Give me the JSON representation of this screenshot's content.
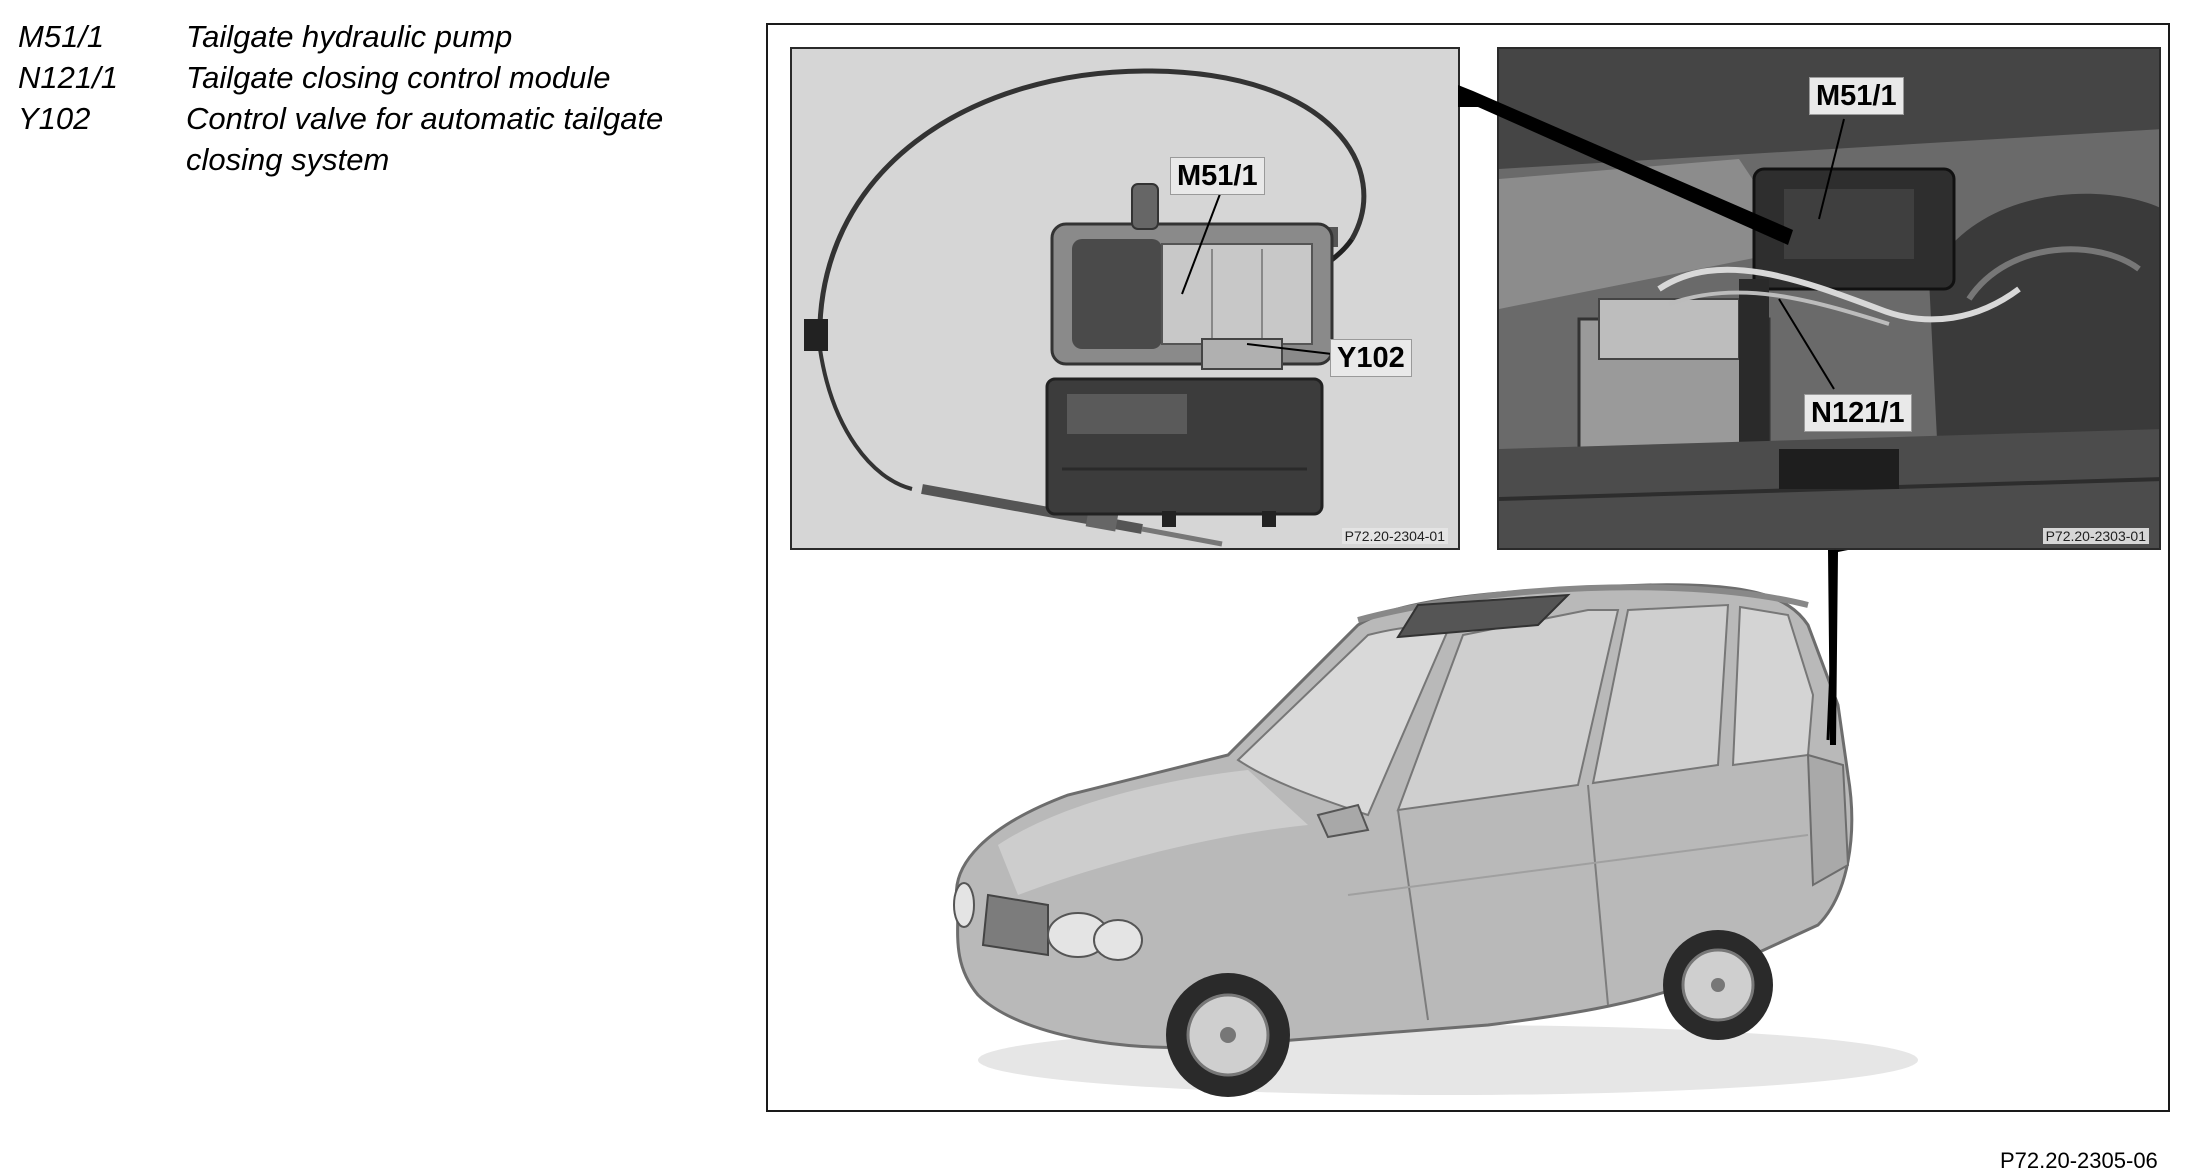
{
  "legend": [
    {
      "code": "M51/1",
      "description": "Tailgate hydraulic pump"
    },
    {
      "code": "N121/1",
      "description": "Tailgate closing control module"
    },
    {
      "code": "Y102",
      "description": "Control valve for automatic tailgate closing system"
    }
  ],
  "inset_left": {
    "callouts": {
      "pump": "M51/1",
      "valve": "Y102"
    },
    "image_code": "P72.20-2304-01"
  },
  "inset_right": {
    "callouts": {
      "pump": "M51/1",
      "module": "N121/1"
    },
    "image_code": "P72.20-2303-01"
  },
  "figure_code": "P72.20-2305-06",
  "colors": {
    "frame": "#1a1a1a",
    "inset_bg": "#d6d6d6",
    "car_body": "#b9b9b9"
  }
}
